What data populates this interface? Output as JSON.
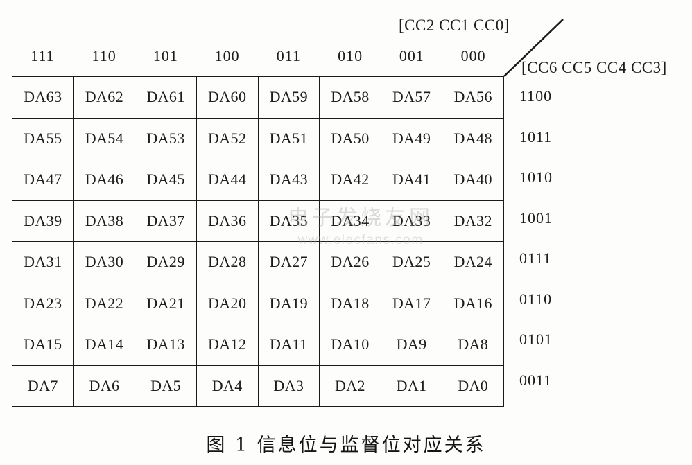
{
  "figure": {
    "caption": "图 1   信息位与监督位对应关系",
    "column_axis_label": "[CC2 CC1 CC0]",
    "row_axis_label": "[CC6 CC5 CC4 CC3]"
  },
  "table": {
    "column_headers": [
      "111",
      "110",
      "101",
      "100",
      "011",
      "010",
      "001",
      "000"
    ],
    "row_codes": [
      "1100",
      "1011",
      "1010",
      "1001",
      "0111",
      "0110",
      "0101",
      "0011"
    ],
    "rows": [
      [
        "DA63",
        "DA62",
        "DA61",
        "DA60",
        "DA59",
        "DA58",
        "DA57",
        "DA56"
      ],
      [
        "DA55",
        "DA54",
        "DA53",
        "DA52",
        "DA51",
        "DA50",
        "DA49",
        "DA48"
      ],
      [
        "DA47",
        "DA46",
        "DA45",
        "DA44",
        "DA43",
        "DA42",
        "DA41",
        "DA40"
      ],
      [
        "DA39",
        "DA38",
        "DA37",
        "DA36",
        "DA35",
        "DA34",
        "DA33",
        "DA32"
      ],
      [
        "DA31",
        "DA30",
        "DA29",
        "DA28",
        "DA27",
        "DA26",
        "DA25",
        "DA24"
      ],
      [
        "DA23",
        "DA22",
        "DA21",
        "DA20",
        "DA19",
        "DA18",
        "DA17",
        "DA16"
      ],
      [
        "DA15",
        "DA14",
        "DA13",
        "DA12",
        "DA11",
        "DA10",
        "DA9",
        "DA8"
      ],
      [
        "DA7",
        "DA6",
        "DA5",
        "DA4",
        "DA3",
        "DA2",
        "DA1",
        "DA0"
      ]
    ]
  },
  "watermark": {
    "chinese": "电子发烧友网",
    "url": "www.elecfans.com"
  },
  "colors": {
    "ink": "#1a1a1a",
    "paper": "#fdfdfc",
    "watermark": "#9a9a9a"
  }
}
